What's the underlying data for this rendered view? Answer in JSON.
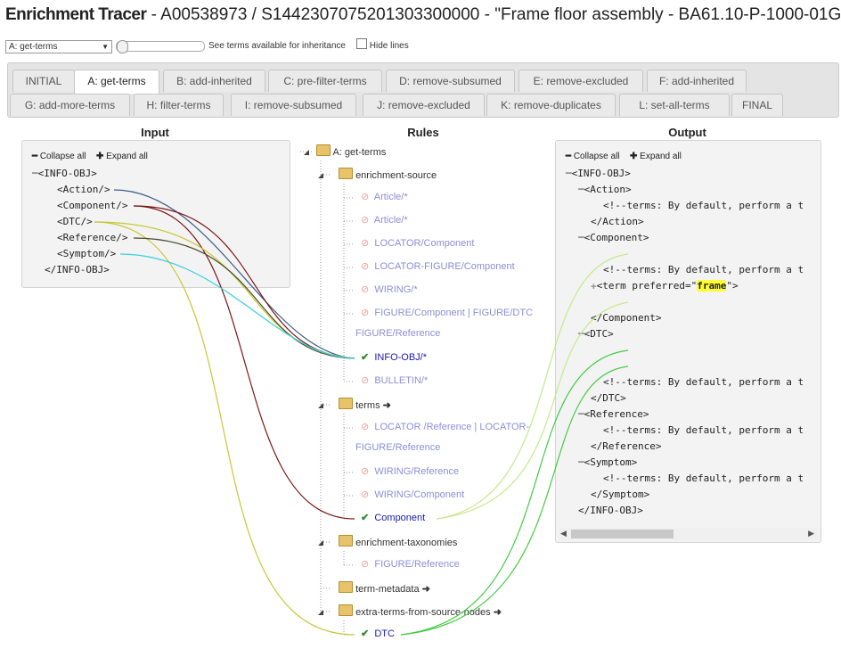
{
  "header": {
    "app_name": "Enrichment Tracer",
    "subtitle": " - A00538973 / S1442307075201303300000 - \"Frame floor assembly - BA61.10-P-1000-01G\""
  },
  "toolbar": {
    "step_select_value": "A: get-terms",
    "inherit_label": "See terms available for inheritance",
    "hide_lines_label": "Hide lines"
  },
  "tabs": [
    {
      "label": "INITIAL"
    },
    {
      "label": "A: get-terms"
    },
    {
      "label": "B: add-inherited"
    },
    {
      "label": "C: pre-filter-terms"
    },
    {
      "label": "D: remove-subsumed"
    },
    {
      "label": "E: remove-excluded"
    },
    {
      "label": "F: add-inherited"
    },
    {
      "label": "G: add-more-terms"
    },
    {
      "label": "H: filter-terms"
    },
    {
      "label": "I: remove-subsumed"
    },
    {
      "label": "J: remove-excluded"
    },
    {
      "label": "K: remove-duplicates"
    },
    {
      "label": "L: set-all-terms"
    },
    {
      "label": "FINAL"
    }
  ],
  "active_tab": "A: get-terms",
  "input": {
    "heading": "Input",
    "collapse_all": "Collapse all",
    "expand_all": "Expand all",
    "lines": [
      "<INFO-OBJ>",
      "<Action/>",
      "<Component/>",
      "<DTC/>",
      "<Reference/>",
      "<Symptom/>",
      "</INFO-OBJ>"
    ]
  },
  "rules": {
    "heading": "Rules",
    "root": "A: get-terms",
    "groups": {
      "enrichment_source": "enrichment-source",
      "terms": "terms",
      "enrichment_taxonomies": "enrichment-taxonomies",
      "term_metadata": "term-metadata",
      "extra_terms": "extra-terms-from-source-nodes"
    },
    "items": {
      "article1": "Article/*",
      "article2": "Article/*",
      "locator_component": "LOCATOR/Component",
      "locator_figure_component": "LOCATOR-FIGURE/Component",
      "wiring_star": "WIRING/*",
      "figure_component_1": "FIGURE/Component | FIGURE/DTC",
      "figure_component_2": "FIGURE/Reference",
      "info_obj": "INFO-OBJ/*",
      "bulletin": "BULLETIN/*",
      "locator_reference_1": "LOCATOR /Reference | LOCATOR-",
      "locator_reference_2": "FIGURE/Reference",
      "wiring_reference": "WIRING/Reference",
      "wiring_component": "WIRING/Component",
      "component": "Component",
      "figure_reference": "FIGURE/Reference",
      "dtc": "DTC"
    },
    "icons": {
      "disabled": "no-entry-icon",
      "applied": "checkmark-icon",
      "folder": "folder-icon",
      "arrow": "arrow-right-icon"
    }
  },
  "output": {
    "heading": "Output",
    "collapse_all": "Collapse all",
    "expand_all": "Expand all",
    "lines": {
      "l1": "<INFO-OBJ>",
      "l2": "<Action>",
      "l3": "<!--terms: By default, perform a t",
      "l4": "</Action>",
      "l5": "<Component>",
      "l6": "<!--terms: By default, perform a t",
      "l7a": "<term preferred=\"",
      "l7b": "frame",
      "l7c": "\">",
      "l8": "</Component>",
      "l9": "<DTC>",
      "l10": "<!--terms: By default, perform a t",
      "l11": "</DTC>",
      "l12": "<Reference>",
      "l13": "<!--terms: By default, perform a t",
      "l14": "</Reference>",
      "l15": "<Symptom>",
      "l16": "<!--terms: By default, perform a t",
      "l17": "</Symptom>",
      "l18": "</INFO-OBJ>"
    }
  },
  "colors": {
    "action": "#3b5f88",
    "component": "#7a1616",
    "dtc": "#c8c832",
    "reference": "#4a4a2a",
    "symptom": "#38d0e0",
    "out_component": "#c8e88c",
    "out_dtc": "#44cc44"
  }
}
